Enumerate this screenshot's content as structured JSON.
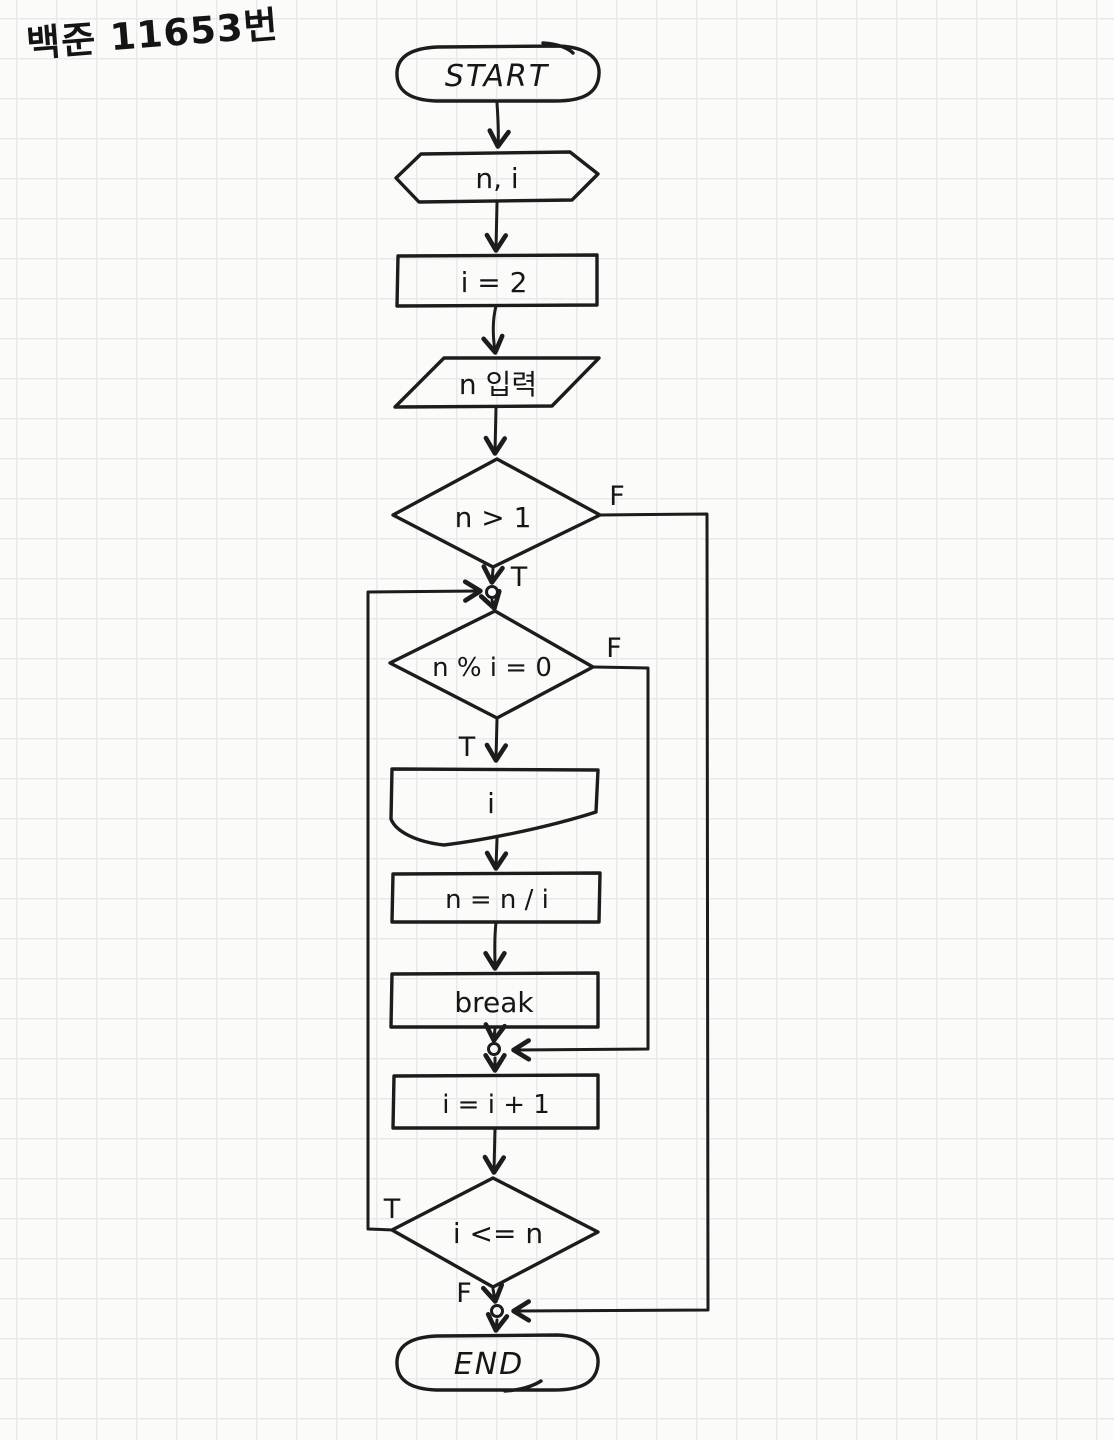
{
  "page": {
    "title_note": "백준 11653번"
  },
  "flowchart": {
    "colors": {
      "ink": "#1c1c1c",
      "grid_line": "#e9e9ec",
      "paper": "#fbfbfa"
    },
    "nodes": {
      "start": {
        "type": "terminator",
        "label": "START"
      },
      "declare": {
        "type": "preparation",
        "label": "n, i"
      },
      "init": {
        "type": "process",
        "label": "i = 2"
      },
      "input": {
        "type": "input",
        "label": "n 입력"
      },
      "check_n": {
        "type": "decision",
        "label": "n > 1",
        "true_label": "T",
        "false_label": "F"
      },
      "check_mod": {
        "type": "decision",
        "label": "n % i = 0",
        "true_label": "T",
        "false_label": "F"
      },
      "print_i": {
        "type": "output",
        "label": "i"
      },
      "divide": {
        "type": "process",
        "label": "n = n / i"
      },
      "break_stmt": {
        "type": "process",
        "label": "break"
      },
      "increment": {
        "type": "process",
        "label": "i = i + 1"
      },
      "check_loop": {
        "type": "decision",
        "label": "i <= n",
        "true_label": "T",
        "false_label": "F"
      },
      "end": {
        "type": "terminator",
        "label": "END"
      }
    }
  }
}
